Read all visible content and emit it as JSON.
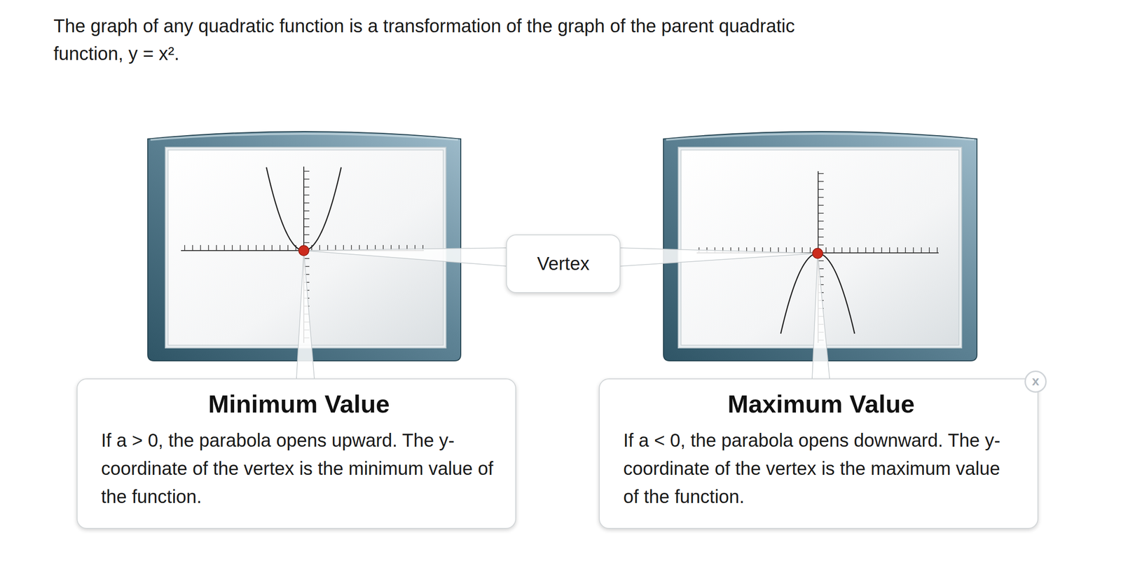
{
  "diagram": {
    "title": "The graph of any quadratic function is a transformation of the graph of the parent quadratic function, y = x².",
    "nodes": [
      {
        "text": [
          "Vertex"
        ]
      },
      {
        "text": [
          "Minimum Value",
          "If a > 0, the parabola opens upward. The y-coordinate of the vertex is the minimum value of the function."
        ]
      },
      {
        "text": [
          "Maximum Value",
          "If a < 0, the parabola opens downward. The y-coordinate of the vertex is the maximum value of the function."
        ]
      }
    ],
    "labels": [
      "x"
    ]
  }
}
